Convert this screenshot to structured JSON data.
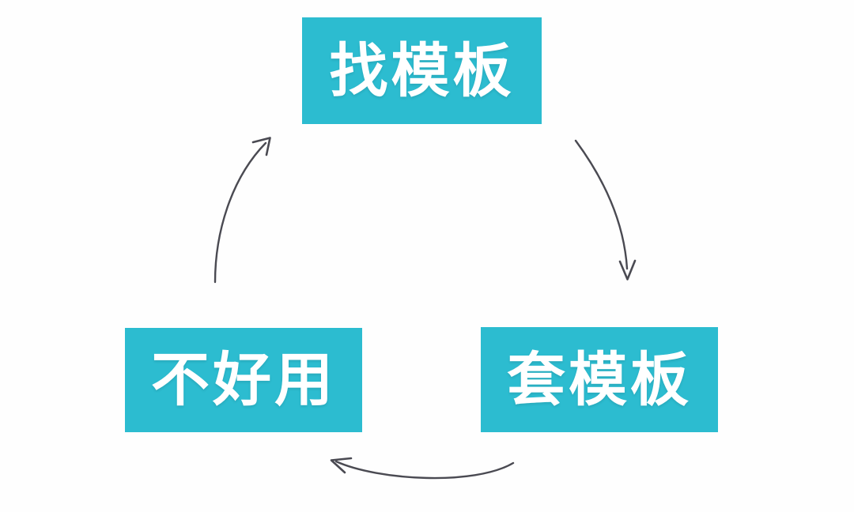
{
  "diagram": {
    "type": "cycle",
    "background_color": "#fefefe",
    "node_color": "#2cbcd0",
    "node_text_color": "#ffffff",
    "arrow_color": "#4a4a52",
    "title": "",
    "nodes": [
      {
        "id": "find",
        "label": "找模板",
        "position": "top"
      },
      {
        "id": "apply",
        "label": "套模板",
        "position": "bottom-right"
      },
      {
        "id": "bad",
        "label": "不好用",
        "position": "bottom-left"
      }
    ],
    "arrows": [
      {
        "id": "find-to-apply",
        "from": "find",
        "to": "apply",
        "direction": "down",
        "icon": "curved-arrow-icon"
      },
      {
        "id": "apply-to-bad",
        "from": "apply",
        "to": "bad",
        "direction": "left",
        "icon": "curved-arrow-icon"
      },
      {
        "id": "bad-to-find",
        "from": "bad",
        "to": "find",
        "direction": "up-right",
        "icon": "curved-arrow-icon"
      }
    ]
  }
}
